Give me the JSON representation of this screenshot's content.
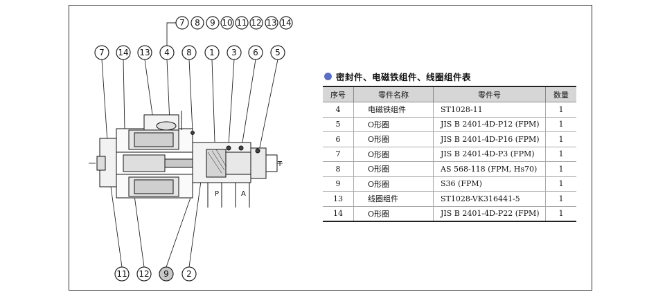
{
  "callouts": {
    "top_group": [
      "7",
      "8",
      "9",
      "10",
      "11",
      "12",
      "13",
      "14"
    ],
    "upper": [
      "7",
      "14",
      "13",
      "4",
      "8",
      "1",
      "3",
      "6",
      "5"
    ],
    "lower": [
      "11",
      "12",
      "9",
      "2"
    ]
  },
  "ports": {
    "p": "P",
    "a": "A",
    "t": "T"
  },
  "table": {
    "title": "密封件、电磁铁组件、线圈组件表",
    "headers": [
      "序号",
      "零件名称",
      "零件号",
      "数量"
    ],
    "rows": [
      [
        "4",
        "电磁铁组件",
        "ST1028-11",
        "1"
      ],
      [
        "5",
        "O形圈",
        "JIS B 2401-4D-P12 (FPM)",
        "1"
      ],
      [
        "6",
        "O形圈",
        "JIS B 2401-4D-P16 (FPM)",
        "1"
      ],
      [
        "7",
        "O形圈",
        "JIS B 2401-4D-P3 (FPM)",
        "1"
      ],
      [
        "8",
        "O形圈",
        "AS 568-118 (FPM, Hs70)",
        "1"
      ],
      [
        "9",
        "O形圈",
        "S36 (FPM)",
        "1"
      ],
      [
        "13",
        "线圈组件",
        "ST1028-VK316441-5",
        "1"
      ],
      [
        "14",
        "O形圈",
        "JIS B 2401-4D-P22 (FPM)",
        "1"
      ]
    ]
  },
  "colors": {
    "title_dot": "#5a6fc4",
    "header_bg": "#d6d6d6",
    "shaded_callout": "#c9c9c9"
  }
}
